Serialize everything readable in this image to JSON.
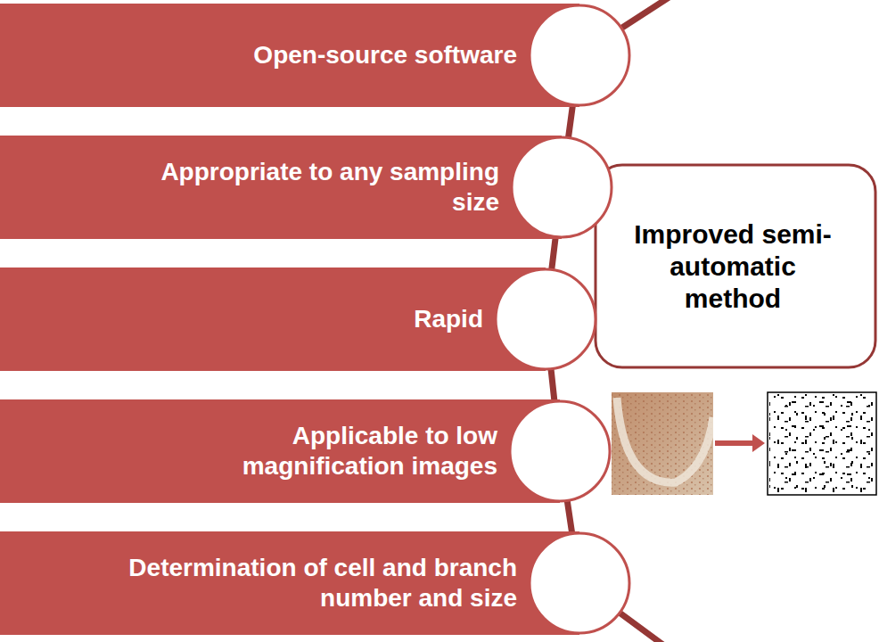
{
  "diagram": {
    "nodes": [
      {
        "text": [
          "Open-source software"
        ]
      },
      {
        "text": [
          "Appropriate to any sampling size"
        ]
      },
      {
        "text": [
          "Improved semi-automatic method"
        ]
      },
      {
        "text": [
          "Rapid"
        ]
      },
      {
        "text": [
          "Applicable to low magnification images"
        ]
      },
      {
        "text": [
          "Determination of cell and branch number and size"
        ]
      }
    ]
  }
}
